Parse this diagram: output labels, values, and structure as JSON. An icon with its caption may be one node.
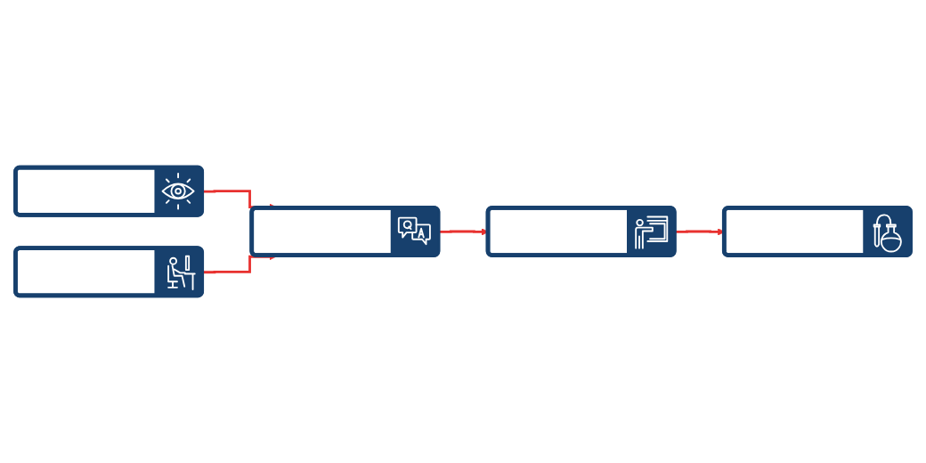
{
  "diagram": {
    "nodes": [
      {
        "text": [],
        "shape": "box"
      },
      {
        "text": [],
        "shape": "box"
      },
      {
        "text": [],
        "shape": "box"
      },
      {
        "text": [],
        "shape": "box"
      },
      {
        "text": [],
        "shape": "box"
      }
    ],
    "edges": [
      {
        "from": 0,
        "to": 2,
        "arrow": "to"
      },
      {
        "from": 1,
        "to": 2,
        "arrow": "to"
      },
      {
        "from": 2,
        "to": 3,
        "arrow": "to"
      },
      {
        "from": 3,
        "to": 4,
        "arrow": "to"
      }
    ]
  }
}
